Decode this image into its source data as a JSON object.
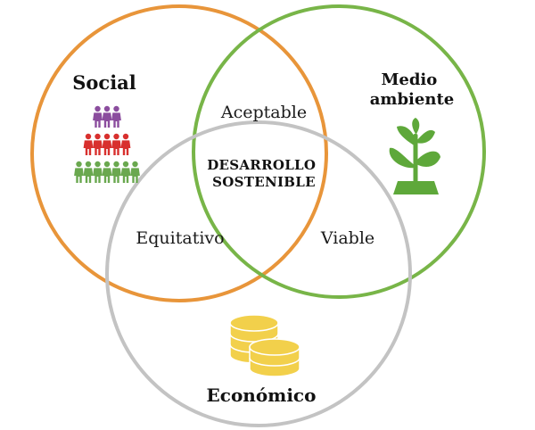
{
  "diagram": {
    "circles": {
      "social": {
        "label": "Social",
        "color": "#e8953a"
      },
      "environment": {
        "label_line1": "Medio",
        "label_line2": "ambiente",
        "color": "#78b548"
      },
      "economic": {
        "label": "Económico",
        "color": "#c3c3c3"
      }
    },
    "intersections": {
      "social_environment": "Aceptable",
      "social_economic": "Equitativo",
      "environment_economic": "Viable",
      "center_line1": "DESARROLLO",
      "center_line2": "SOSTENIBLE"
    },
    "icons": {
      "people": {
        "name": "people-pyramid-icon",
        "rows": [
          {
            "count": 3,
            "color": "#8b4d9e"
          },
          {
            "count": 5,
            "color": "#d8302e"
          },
          {
            "count": 7,
            "color": "#6aa84f"
          }
        ]
      },
      "plant": {
        "name": "plant-icon",
        "color": "#5ea83a"
      },
      "coins": {
        "name": "coins-icon",
        "color": "#f2d04b"
      }
    }
  }
}
